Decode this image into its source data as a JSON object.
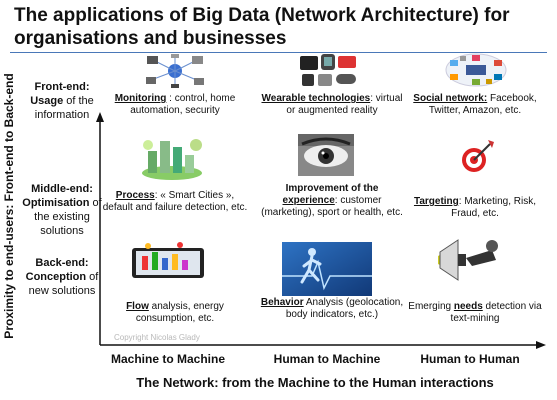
{
  "title": "The applications of Big Data (Network Architecture) for organisations and businesses",
  "y_axis_label": "Proximity to end-users: Front-end to Back-end",
  "x_axis_label": "The Network: from the Machine to the Human interactions",
  "copyright": "Copyright Nicolas Glady",
  "rows": [
    {
      "line1": "Front-end:",
      "line2": "Usage",
      "line3": " of the information"
    },
    {
      "line1": "Middle-end:",
      "line2": "Optimisation",
      "line3": " of the existing solutions"
    },
    {
      "line1": "Back-end:",
      "line2": "Conception",
      "line3": " of new solutions"
    }
  ],
  "columns": [
    "Machine to Machine",
    "Human to Machine",
    "Human to Human"
  ],
  "cells": {
    "monitoring": {
      "key": "Monitoring",
      "rest": " : control, home automation, security"
    },
    "wearable": {
      "key": "Wearable technologies",
      "rest": ": virtual or augmented reality"
    },
    "social": {
      "key": "Social network:",
      "rest": " Facebook, Twitter, Amazon, etc."
    },
    "process": {
      "key": "Process",
      "rest": ": « Smart Cities », default and failure detection, etc."
    },
    "experience": {
      "pre": "Improvement of the ",
      "key": "experience",
      "rest": ": customer (marketing), sport or health, etc."
    },
    "targeting": {
      "key": "Targeting",
      "rest": ": Marketing, Risk, Fraud, etc."
    },
    "flow": {
      "key": "Flow",
      "rest": " analysis, energy consumption, etc."
    },
    "behavior": {
      "key": "Behavior",
      "rest": " Analysis (geolocation, body indicators, etc.)"
    },
    "needs": {
      "pre": "Emerging ",
      "key": "needs",
      "rest": " detection via text-mining"
    }
  },
  "icons": {
    "monitoring": "network-devices-icon",
    "wearable": "wearable-devices-icon",
    "social": "social-network-icon",
    "process": "smart-city-icon",
    "experience": "eye-icon",
    "targeting": "dart-target-icon",
    "flow": "tablet-flow-icon",
    "behavior": "running-man-icon",
    "needs": "megaphone-icon"
  }
}
